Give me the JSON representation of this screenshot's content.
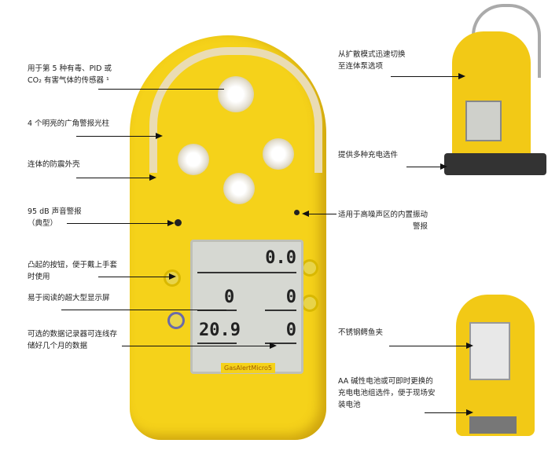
{
  "left_labels": {
    "sensor": [
      "用于第 5 种有毒、PID 或",
      "CO₂ 有害气体的传感器 ¹"
    ],
    "lightbar": "4 个明亮的广角警报光柱",
    "housing": "连体的防震外壳",
    "audible": [
      "95 dB 声音警报",
      "（典型）"
    ],
    "buttons": [
      "凸起的按钮，便于戴上手套",
      "时使用"
    ],
    "display": "易于阅读的超大型显示屏",
    "datalogger": [
      "可选的数据记录器可连线存",
      "储好几个月的数据"
    ]
  },
  "right_labels": {
    "pump": [
      "从扩散模式迅速切换",
      "至连体泵选项"
    ],
    "charging": "提供多种充电选件",
    "vibration": [
      "适用于高噪声区的内置振动",
      "警报"
    ],
    "clip": "不锈钢鳄鱼夹",
    "battery": [
      "AA 碱性电池或可即时更换的",
      "充电电池组选件，便于现场安",
      "装电池"
    ]
  },
  "display": {
    "r1": "0.0",
    "r2a": "0",
    "r2b": "0",
    "r3a": "20.9",
    "r3b": "0",
    "brand": "GasAlertMicro5"
  }
}
